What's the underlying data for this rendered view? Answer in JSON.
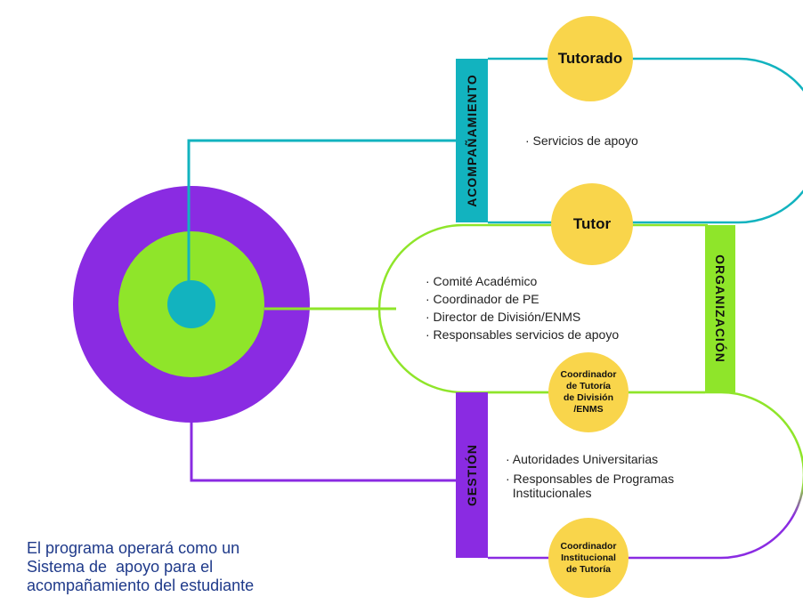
{
  "labels": {
    "acompanamiento": "ACOMPAÑAMIENTO",
    "organizacion": "ORGANIZACIÓN",
    "gestion": "GESTIÓN"
  },
  "nodes": {
    "tutorado": "Tutorado",
    "tutor": "Tutor",
    "coord_division": [
      "Coordinador",
      "de Tutoría",
      "de División",
      "/ENMS"
    ],
    "coord_institucional": [
      "Coordinador",
      "Institucional",
      "de Tutoría"
    ]
  },
  "sections": {
    "acompanamiento_items": [
      "· Servicios de apoyo"
    ],
    "organizacion_items": [
      "· Comité Académico",
      "· Coordinador de PE",
      "· Director de División/ENMS",
      "· Responsables servicios de apoyo"
    ],
    "gestion_items": [
      "· Autoridades Universitarias",
      "· Responsables de Programas",
      "  Institucionales"
    ]
  },
  "caption": [
    "El programa operará como un",
    "Sistema de  apoyo para el",
    "acompañamiento del estudiante"
  ],
  "colors": {
    "purple": "#8a2be2",
    "green": "#8fe52a",
    "teal": "#12b3bf",
    "yellow": "#f9d54b",
    "caption": "#1f3a8a"
  }
}
